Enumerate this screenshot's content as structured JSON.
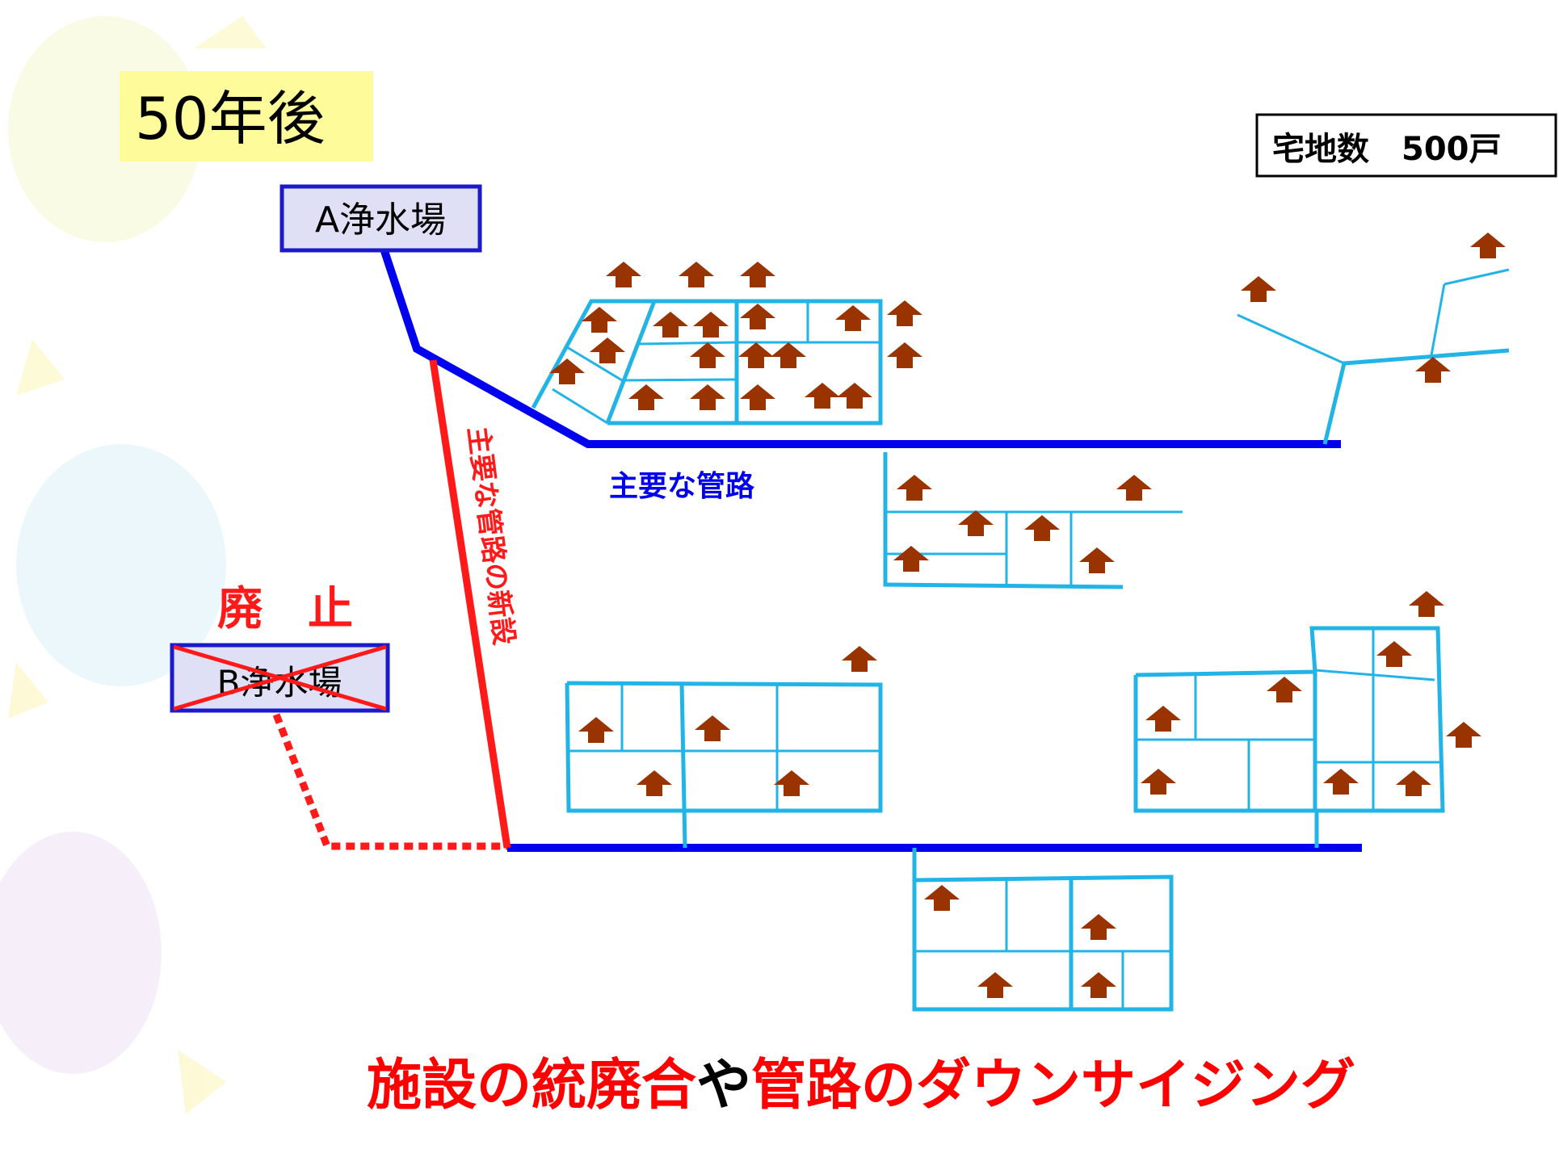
{
  "title": "50年後",
  "household_label": "宅地数　500戸",
  "plant_a": "A浄水場",
  "plant_b": "B浄水場",
  "abolished_label": "廃　止",
  "main_pipe_label": "主要な管路",
  "new_pipe_label": "主要な管路の新設",
  "caption": {
    "part1": "施設の統廃合",
    "part2": "や",
    "part3": "管路のダウンサイジング"
  },
  "colors": {
    "title_bg": "#fdfb9a",
    "plant_box_fill": "#dfe0f6",
    "plant_box_border": "#1a1acc",
    "main_pipe": "#0000ee",
    "branch_pipe": "#22b4e6",
    "new_pipe": "#ff1a1a",
    "house": "#993300",
    "caption_red": "#ff0000",
    "caption_black": "#000000"
  },
  "icons": {
    "house": "house-arrow-icon",
    "cross": "cross-out-icon"
  }
}
